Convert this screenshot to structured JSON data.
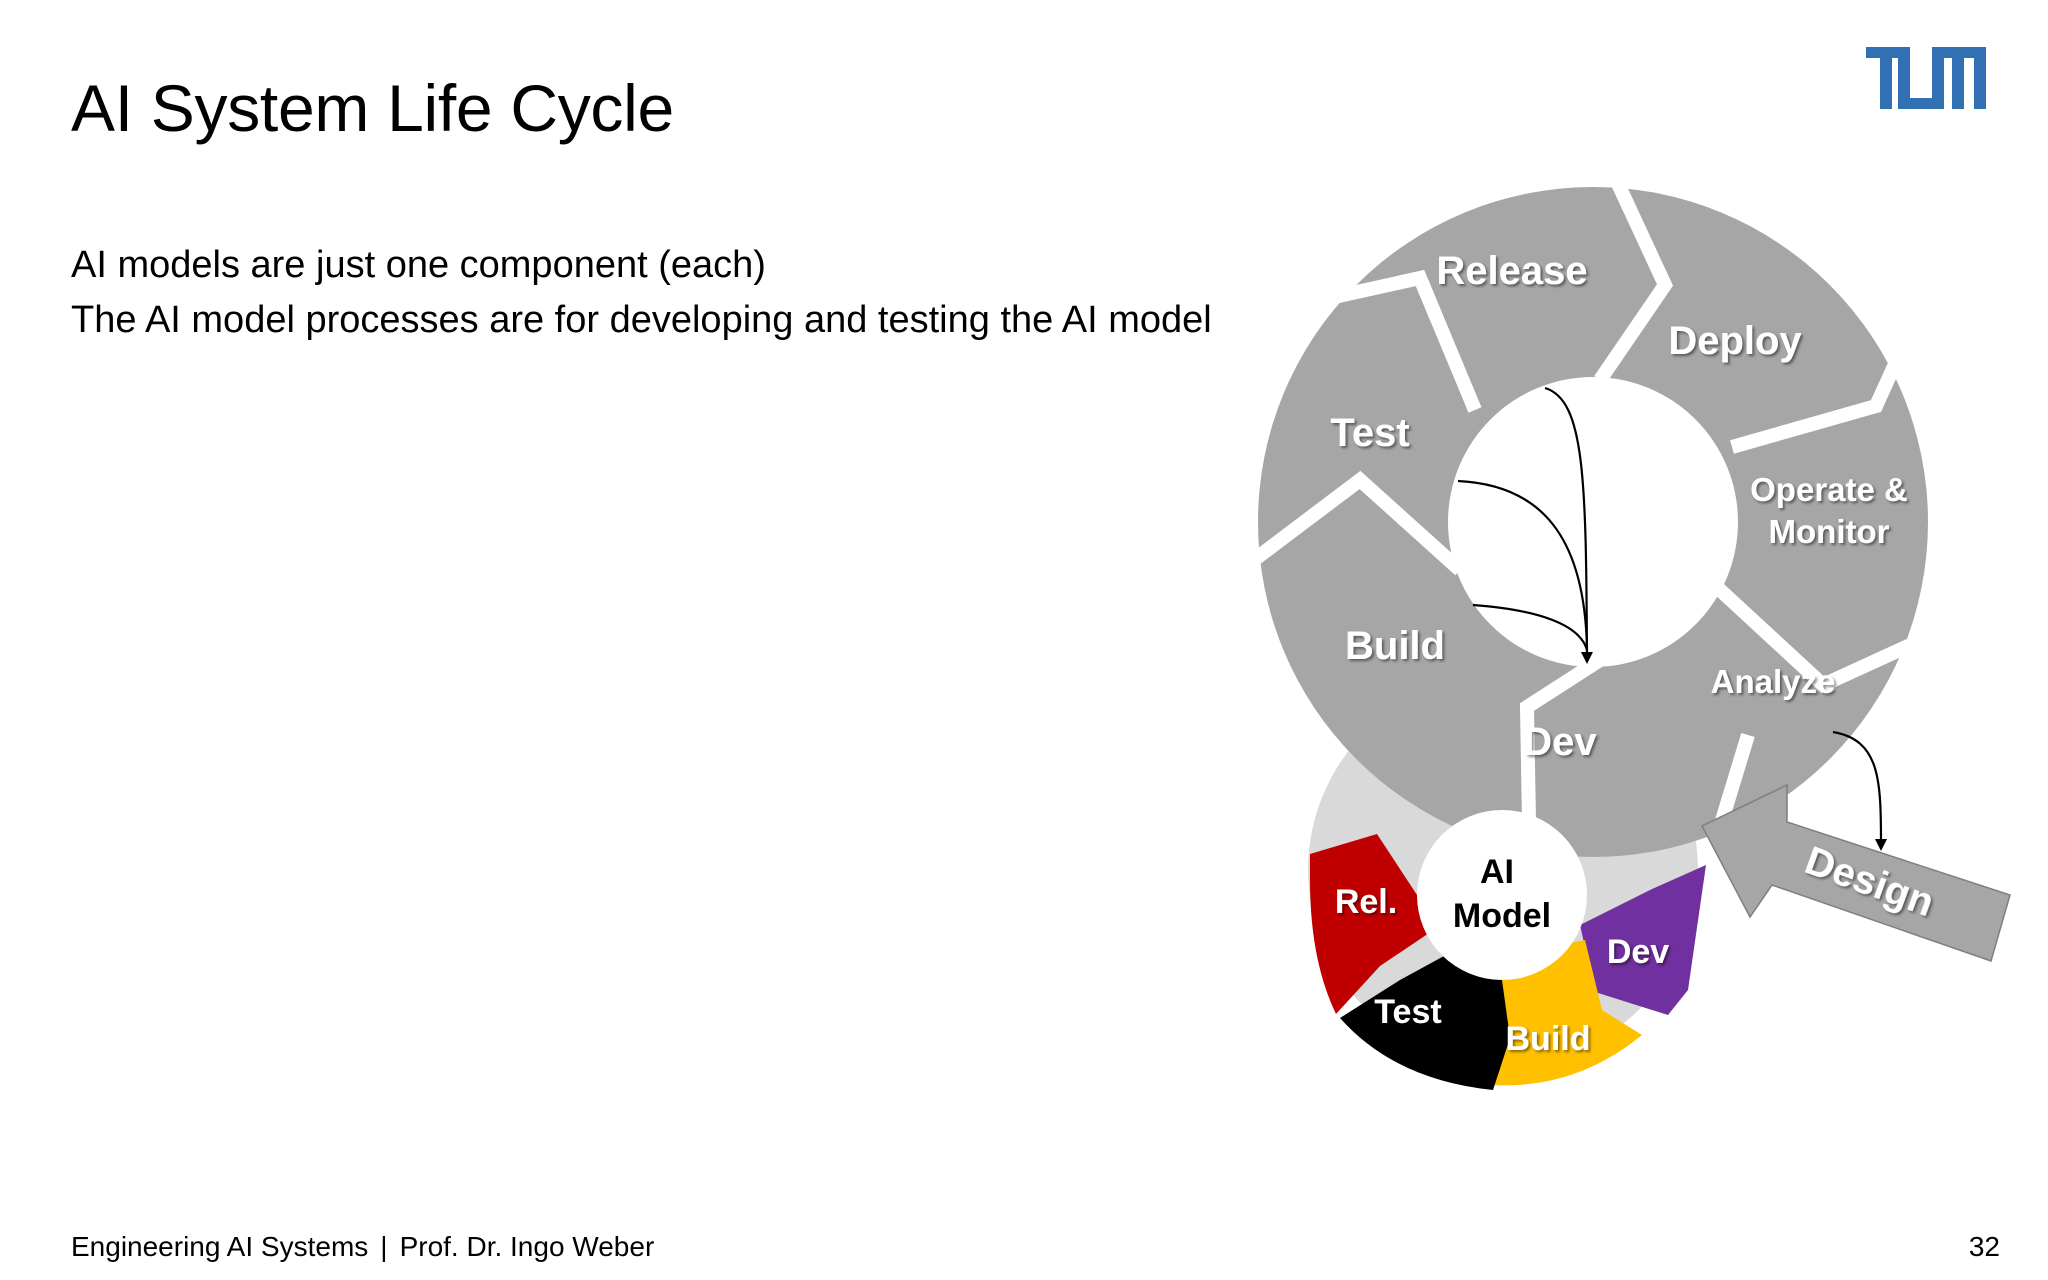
{
  "slide": {
    "title": "AI System Life Cycle",
    "bullets": [
      "AI models are just one component (each)",
      "The AI model processes are for developing and testing the AI model"
    ],
    "footer": {
      "course": "Engineering AI Systems",
      "separator": "|",
      "author": "Prof. Dr. Ingo Weber"
    },
    "page_number": "32"
  },
  "logo": {
    "name": "tum-logo",
    "color": "#3070b3"
  },
  "outer_cycle": {
    "color": "#a6a6a6",
    "stages": [
      {
        "label": "Release"
      },
      {
        "label": "Deploy"
      },
      {
        "label": "Operate &",
        "label2": "Monitor"
      },
      {
        "label": "Analyze"
      },
      {
        "label": "Dev"
      },
      {
        "label": "Build"
      },
      {
        "label": "Test"
      }
    ],
    "design_arrow": {
      "label": "Design"
    }
  },
  "inner_cycle": {
    "center_line1": "AI",
    "center_line2": "Model",
    "stages": [
      {
        "label": "Rel.",
        "color": "#c00000"
      },
      {
        "label": "Dev",
        "color": "#7030a0"
      },
      {
        "label": "Build",
        "color": "#ffc000"
      },
      {
        "label": "Test",
        "color": "#000000"
      }
    ]
  }
}
